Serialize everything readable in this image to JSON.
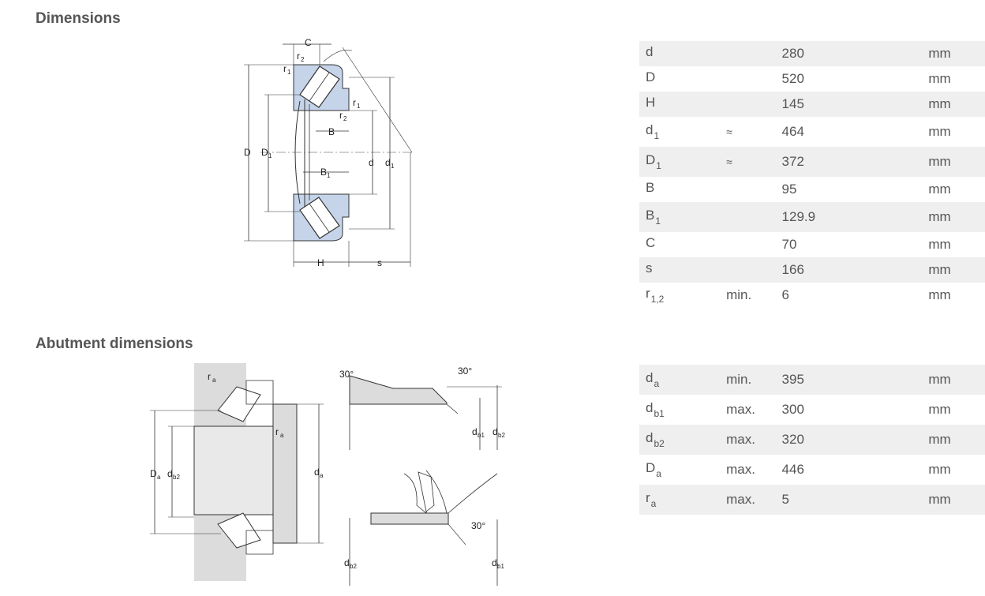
{
  "sections": {
    "dimensions_title": "Dimensions",
    "abutment_title": "Abutment dimensions"
  },
  "dimensions": [
    {
      "base": "d",
      "sub": "",
      "qualifier": "",
      "value": "280",
      "unit": "mm"
    },
    {
      "base": "D",
      "sub": "",
      "qualifier": "",
      "value": "520",
      "unit": "mm"
    },
    {
      "base": "H",
      "sub": "",
      "qualifier": "",
      "value": "145",
      "unit": "mm"
    },
    {
      "base": "d",
      "sub": "1",
      "qualifier": "≈",
      "value": "464",
      "unit": "mm"
    },
    {
      "base": "D",
      "sub": "1",
      "qualifier": "≈",
      "value": "372",
      "unit": "mm"
    },
    {
      "base": "B",
      "sub": "",
      "qualifier": "",
      "value": "95",
      "unit": "mm"
    },
    {
      "base": "B",
      "sub": "1",
      "qualifier": "",
      "value": "129.9",
      "unit": "mm"
    },
    {
      "base": "C",
      "sub": "",
      "qualifier": "",
      "value": "70",
      "unit": "mm"
    },
    {
      "base": "s",
      "sub": "",
      "qualifier": "",
      "value": "166",
      "unit": "mm"
    },
    {
      "base": "r",
      "sub": "1,2",
      "qualifier": "min.",
      "value": "6",
      "unit": "mm"
    }
  ],
  "abutment": [
    {
      "base": "d",
      "sub": "a",
      "qualifier": "min.",
      "value": "395",
      "unit": "mm"
    },
    {
      "base": "d",
      "sub": "b1",
      "qualifier": "max.",
      "value": "300",
      "unit": "mm"
    },
    {
      "base": "d",
      "sub": "b2",
      "qualifier": "max.",
      "value": "320",
      "unit": "mm"
    },
    {
      "base": "D",
      "sub": "a",
      "qualifier": "max.",
      "value": "446",
      "unit": "mm"
    },
    {
      "base": "r",
      "sub": "a",
      "qualifier": "max.",
      "value": "5",
      "unit": "mm"
    }
  ],
  "drawing_labels": {
    "C": "C",
    "r1": "r",
    "r1_sub": "1",
    "r2": "r",
    "r2_sub": "2",
    "B": "B",
    "B1": "B",
    "B1_sub": "1",
    "D": "D",
    "D1": "D",
    "D1_sub": "1",
    "d": "d",
    "d1": "d",
    "d1_sub": "1",
    "H": "H",
    "s": "s",
    "ra": "r",
    "ra_sub": "a",
    "Da": "D",
    "Da_sub": "a",
    "db2": "d",
    "db2_sub": "b2",
    "db1": "d",
    "db1_sub": "b1",
    "da": "d",
    "da_sub": "a",
    "angle": "30°"
  }
}
